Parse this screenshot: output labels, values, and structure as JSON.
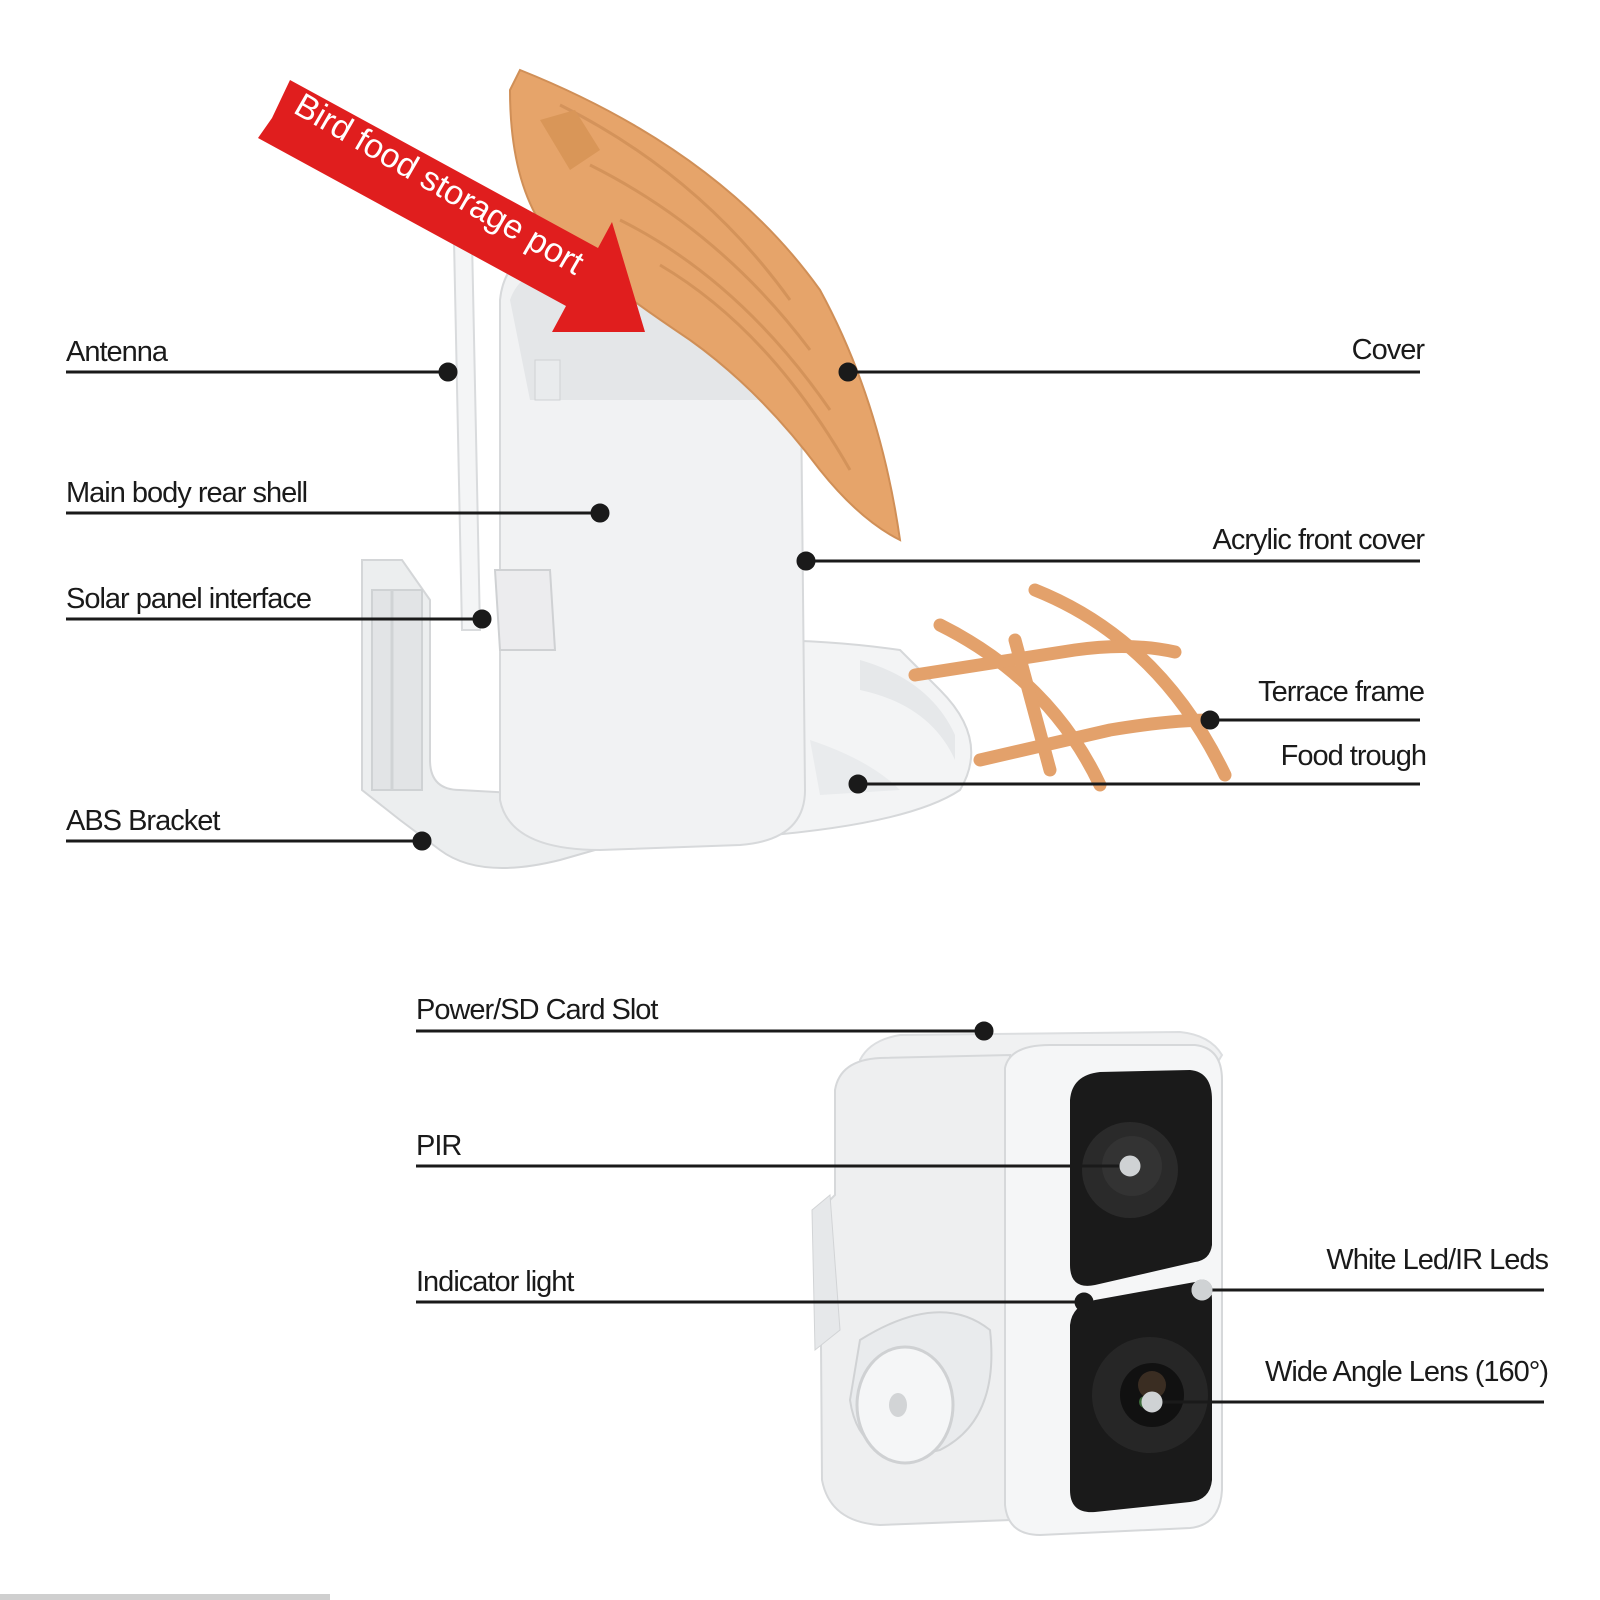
{
  "banner": {
    "text": "Bird food storage port",
    "color": "#e01e1e"
  },
  "colors": {
    "cover": "#e6a46a",
    "frame": "#e3a16b",
    "shell": "#f1f2f3",
    "camera_face": "#1a1a1a",
    "line": "#1a1a1a"
  },
  "feeder_labels": {
    "antenna": "Antenna",
    "main_body": "Main body rear shell",
    "solar_interface": "Solar panel interface",
    "abs_bracket": "ABS Bracket",
    "cover": "Cover",
    "acrylic_cover": "Acrylic front cover",
    "terrace_frame": "Terrace frame",
    "food_trough": "Food trough"
  },
  "camera_labels": {
    "power_sd": "Power/SD Card Slot",
    "pir": "PIR",
    "indicator": "Indicator light",
    "white_led": "White Led/IR Leds",
    "lens": "Wide Angle Lens (160°)"
  }
}
